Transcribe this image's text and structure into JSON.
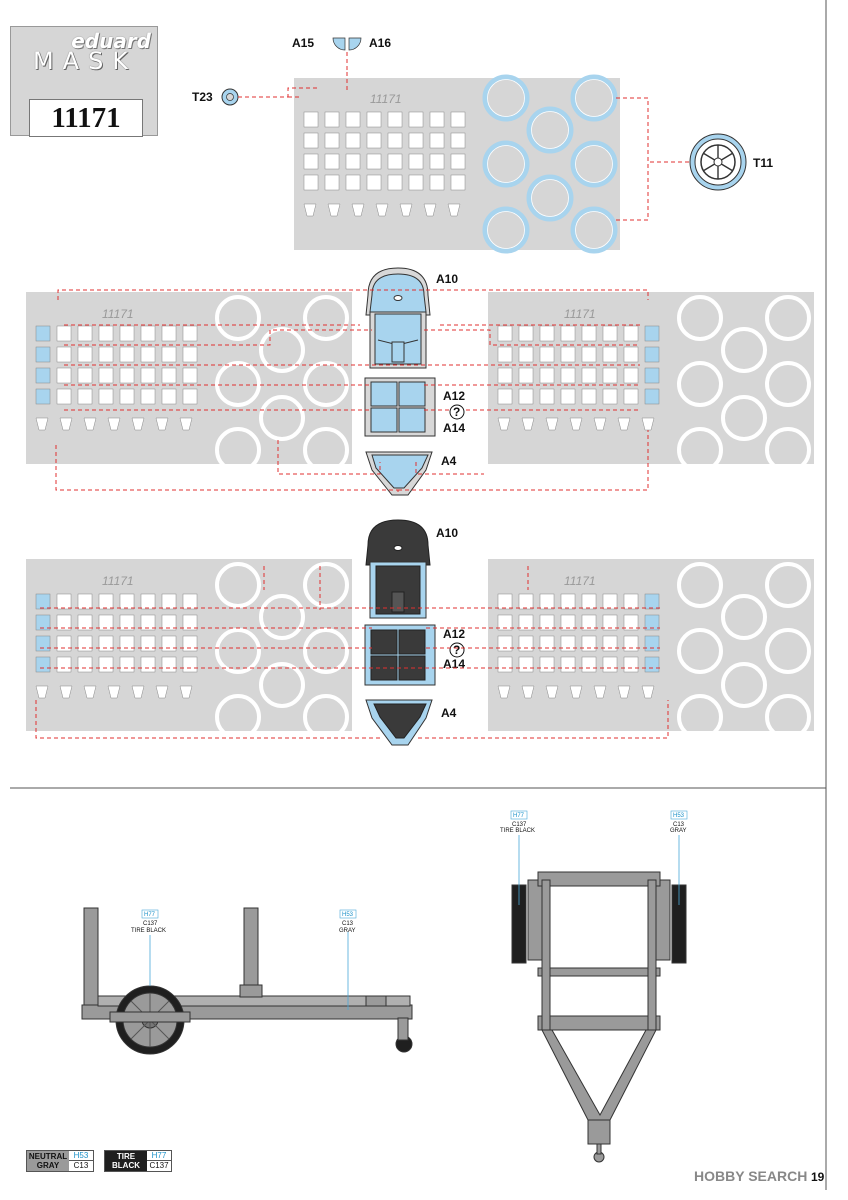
{
  "header": {
    "brand": "eduard",
    "product_line": "MASK",
    "set_number": "11171"
  },
  "mask_sheet_text": "11171",
  "part_labels": {
    "a15": "A15",
    "a16": "A16",
    "t23": "T23",
    "t11": "T11",
    "a10": "A10",
    "a12": "A12",
    "a14": "A14",
    "a4": "A4",
    "question": "?"
  },
  "stand_callouts": {
    "left_tire": {
      "code_h": "H77",
      "code_c": "C137",
      "name": "TIRE BLACK"
    },
    "left_frame": {
      "code_h": "H53",
      "code_c": "C13",
      "name": "GRAY"
    },
    "right_tire": {
      "code_h": "H77",
      "code_c": "C137",
      "name": "TIRE BLACK"
    },
    "right_frame": {
      "code_h": "H53",
      "code_c": "C13",
      "name": "GRAY"
    }
  },
  "legend": [
    {
      "name_line1": "NEUTRAL",
      "name_line2": "GRAY",
      "code_h": "H53",
      "code_c": "C13",
      "swatch": "#9a9a9a"
    },
    {
      "name_line1": "TIRE",
      "name_line2": "BLACK",
      "code_h": "H77",
      "code_c": "C137",
      "swatch": "#1f1f1f"
    }
  ],
  "page_number": "19",
  "watermark": "HOBBY SEARCH",
  "colors": {
    "mask_blue": "#a8d4ee",
    "sheet_gray": "#d6d6d6",
    "leader_red": "#e03030",
    "dark_canopy": "#3a3a3a",
    "frame_gray": "#9a9a9a"
  }
}
